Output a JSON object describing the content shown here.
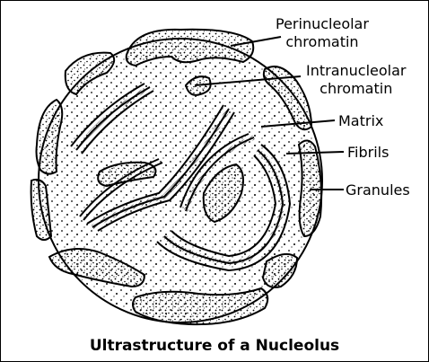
{
  "labels": {
    "perinucleolar_line1": "Perinucleolar",
    "perinucleolar_line2": "chromatin",
    "intranucleolar_line1": "Intranucleolar",
    "intranucleolar_line2": "chromatin",
    "matrix": "Matrix",
    "fibrils": "Fibrils",
    "granules": "Granules"
  },
  "caption": "Ultrastructure of a Nucleolus"
}
